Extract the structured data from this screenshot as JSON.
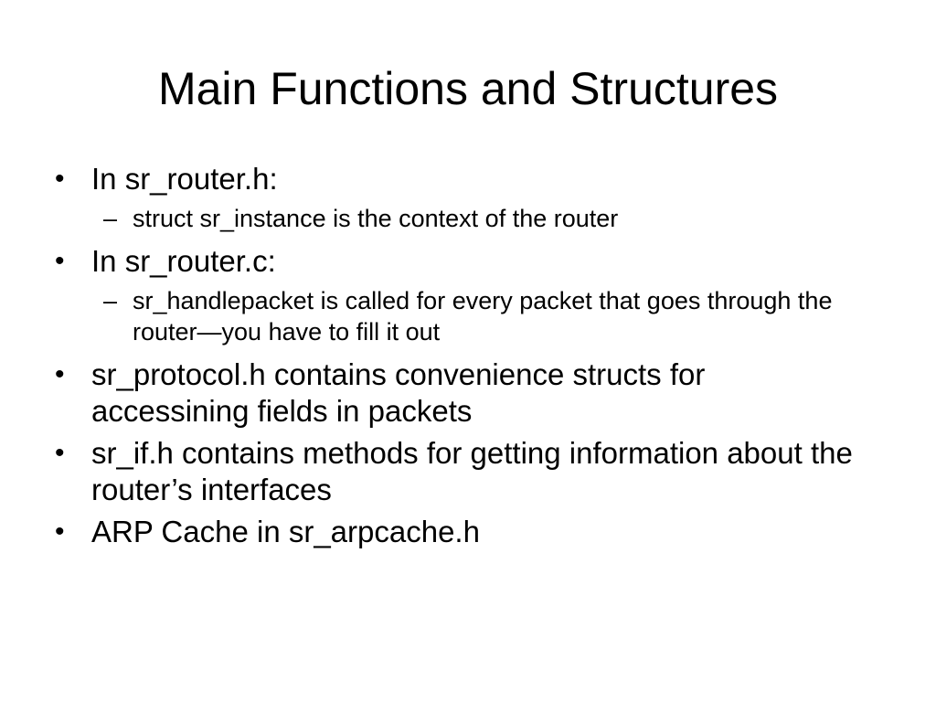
{
  "slide": {
    "title": "Main Functions and Structures",
    "bullet_glyph": "•",
    "dash_glyph": "–",
    "items": [
      {
        "text": "In sr_router.h:",
        "sub": "struct sr_instance is the context of the router"
      },
      {
        "text": "In sr_router.c:",
        "sub": "sr_handlepacket is called for every packet that goes through the router—you have to fill it out"
      },
      {
        "text": "sr_protocol.h contains convenience structs for accessining fields in packets"
      },
      {
        "text": "sr_if.h contains methods for getting information about the router’s interfaces"
      },
      {
        "text": "ARP Cache in sr_arpcache.h"
      }
    ]
  }
}
